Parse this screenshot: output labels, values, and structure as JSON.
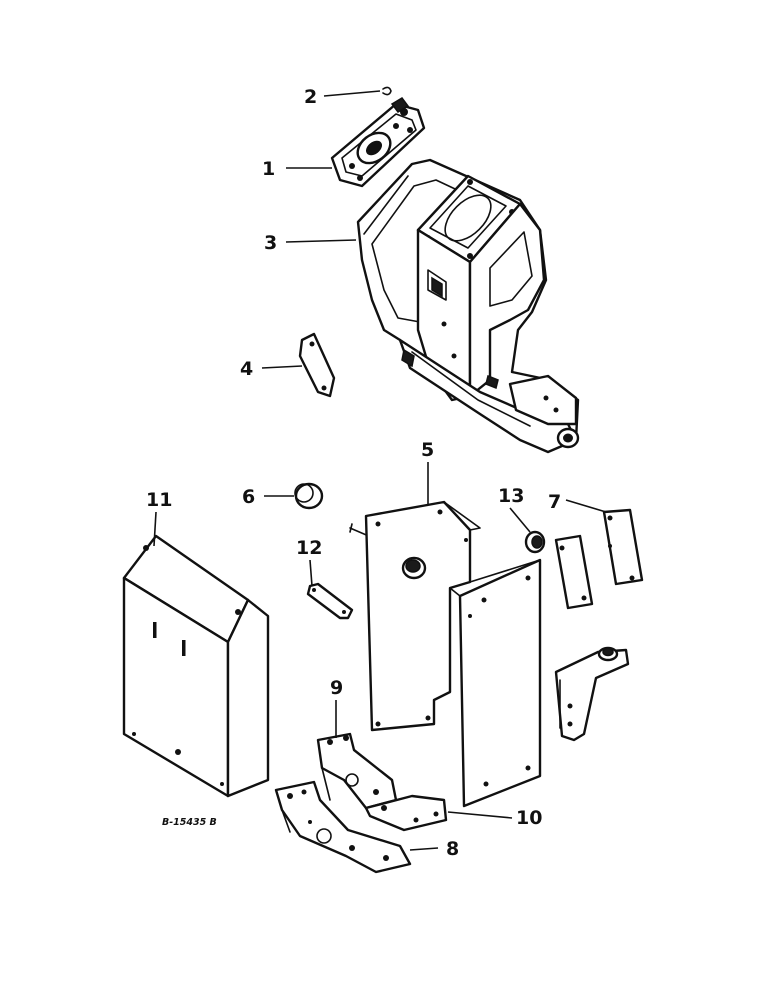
{
  "callouts": {
    "c1": "1",
    "c2": "2",
    "c3": "3",
    "c4": "4",
    "c5": "5",
    "c6": "6",
    "c7": "7",
    "c8": "8",
    "c9": "9",
    "c10": "10",
    "c11": "11",
    "c12": "12",
    "c13": "13"
  },
  "drawing_code": "B-15435 B",
  "colors": {
    "ink": "#111111",
    "paper": "#ffffff"
  }
}
